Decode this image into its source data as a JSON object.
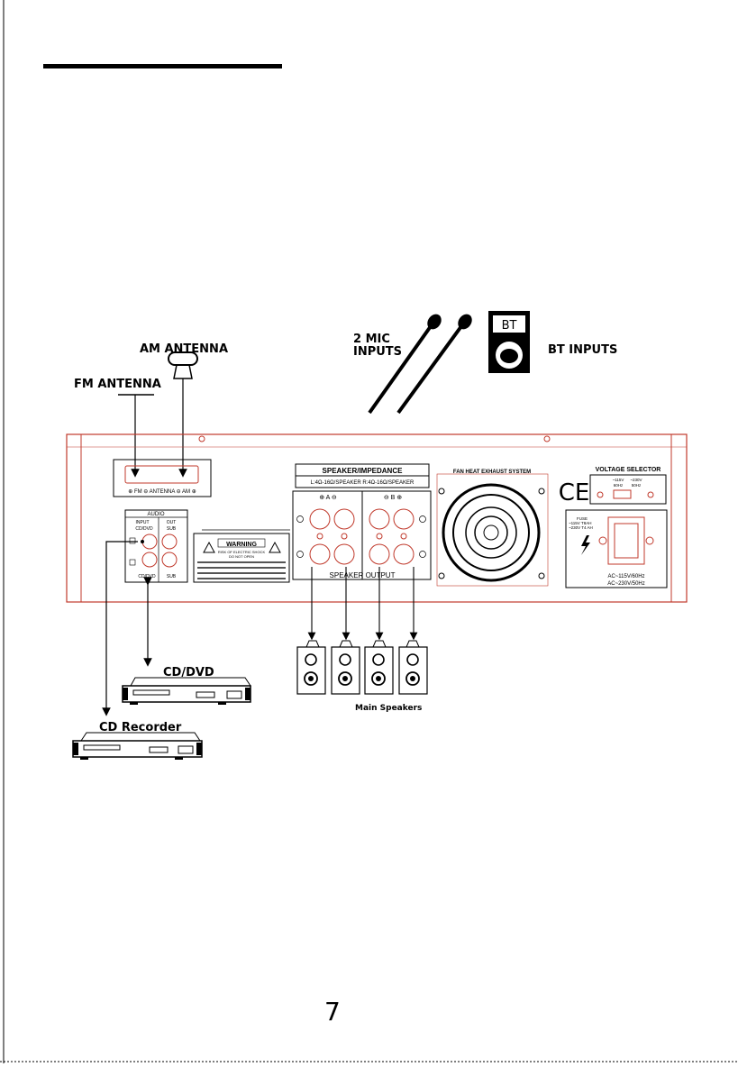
{
  "labels": {
    "am_antenna": "AM ANTENNA",
    "fm_antenna": "FM ANTENNA",
    "mic_line1": "2 MIC",
    "mic_line2": "INPUTS",
    "bt_badge": "BT",
    "bt_inputs": "BT INPUTS",
    "cd_dvd": "CD/DVD",
    "cd_recorder": "CD Recorder",
    "main_speakers": "Main Speakers"
  },
  "panel": {
    "antenna_label": "⊕ FM ⊖  ANTENNA  ⊖ AM ⊕",
    "audio_title": "AUDIO",
    "audio_input": "INPUT",
    "audio_out": "OUT",
    "audio_cddvd": "CD/DVD",
    "audio_sub": "SUB",
    "audio_cddvd_bottom": "CD/DVD",
    "audio_sub_bottom": "SUB",
    "warning_title": "WARNING",
    "warning_sub1": "RISK OF ELECTRIC SHOCK",
    "warning_sub2": "DO NOT OPEN",
    "speaker_title": "SPEAKER/IMPEDANCE",
    "speaker_impedance": "L:4Ω-16Ω/SPEAKER  R:4Ω-16Ω/SPEAKER",
    "group_a": "⊕  A  ⊖",
    "group_b": "⊖  B  ⊕",
    "speaker_output": "SPEAKER OUTPUT",
    "fan_label": "FAN HEAT EXHAUST SYSTEM",
    "ce_mark": "CE",
    "voltage_selector": "VOLTAGE SELECTOR",
    "volt_115": "~115V",
    "volt_230": "~230V",
    "hz_60": "60Hz",
    "hz_50": "50Hz",
    "fuse_title": "FUSE",
    "fuse_115": "~115V T8AH",
    "fuse_230": "~230V T4 AH",
    "ac_115": "AC~115V/60Hz",
    "ac_230": "AC~230V/50Hz"
  },
  "page_number": "7",
  "colors": {
    "panel_outline": "#c0392b",
    "ink": "#000000"
  }
}
